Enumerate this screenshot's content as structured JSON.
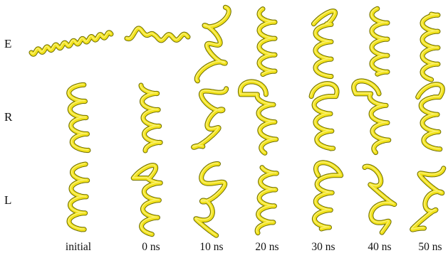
{
  "figure": {
    "rows": [
      {
        "key": "E",
        "label": "E",
        "kinds": [
          "flat",
          "wiggle",
          "coil",
          "helix",
          "helixLoop",
          "helix",
          "helix"
        ]
      },
      {
        "key": "R",
        "label": "R",
        "kinds": [
          "helix",
          "helix",
          "coil",
          "helixLoop",
          "helixLoop",
          "helixLoop",
          "helixLoop"
        ]
      },
      {
        "key": "L",
        "label": "L",
        "kinds": [
          "helix",
          "helixLoop",
          "coil",
          "helix",
          "helixLoop",
          "coil",
          "coil"
        ]
      }
    ],
    "columns": [
      "initial",
      "0 ns",
      "10 ns",
      "20 ns",
      "30 ns",
      "40 ns",
      "50 ns"
    ],
    "tube_color": "#f2e21b",
    "tube_highlight": "#fffbb0",
    "tube_edge": "#7a7000"
  }
}
